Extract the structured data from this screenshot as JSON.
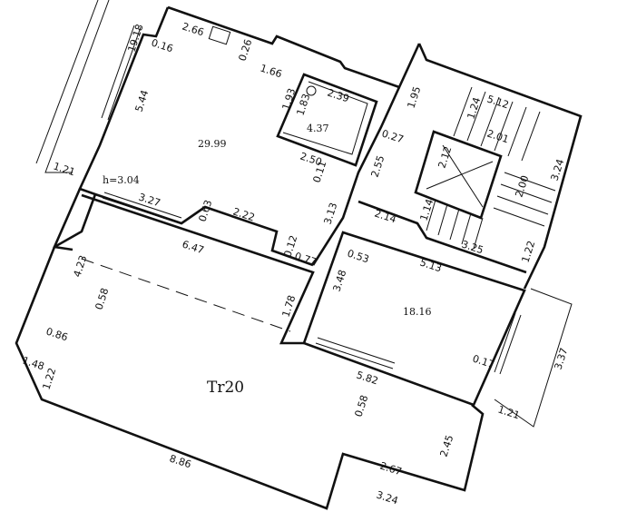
{
  "plan": {
    "rooms": [
      {
        "id": "living",
        "area": "29.99",
        "height": "h=3.04"
      },
      {
        "id": "bath",
        "area": "4.37"
      },
      {
        "id": "room2",
        "area": "18.16"
      },
      {
        "id": "terrace",
        "name": "Tr20"
      }
    ],
    "dimensions": {
      "d1918": "19.18",
      "d016a": "0.16",
      "d266": "2.66",
      "d026": "0.26",
      "d166": "1.66",
      "d544": "5.44",
      "d193": "1.93",
      "d183": "1.83",
      "d239": "2.39",
      "d195": "1.95",
      "d027": "0.27",
      "d250": "2.50",
      "d011": "0.11",
      "d255": "2.55",
      "d124": "1.24",
      "d512": "5.12",
      "d201": "2.01",
      "d212": "2.12",
      "d200": "2.00",
      "d324a": "3.24",
      "d121a": "1.21",
      "d327": "3.27",
      "d063": "0.63",
      "d222": "2.22",
      "d313": "3.13",
      "d214": "2.14",
      "d114": "1.14",
      "d325": "3.25",
      "d122a": "1.22",
      "d647": "6.47",
      "d012": "0.12",
      "d077": "0.77",
      "d053": "0.53",
      "d513": "5.13",
      "d348": "3.48",
      "d423": "4.23",
      "d058a": "0.58",
      "d178": "1.78",
      "d086": "0.86",
      "d148": "1.48",
      "d122b": "1.22",
      "d582": "5.82",
      "d017": "0.17",
      "d337": "3.37",
      "d058b": "0.58",
      "d121b": "1.21",
      "d245": "2.45",
      "d886": "8.86",
      "d267": "2.67",
      "d324b": "3.24"
    }
  }
}
